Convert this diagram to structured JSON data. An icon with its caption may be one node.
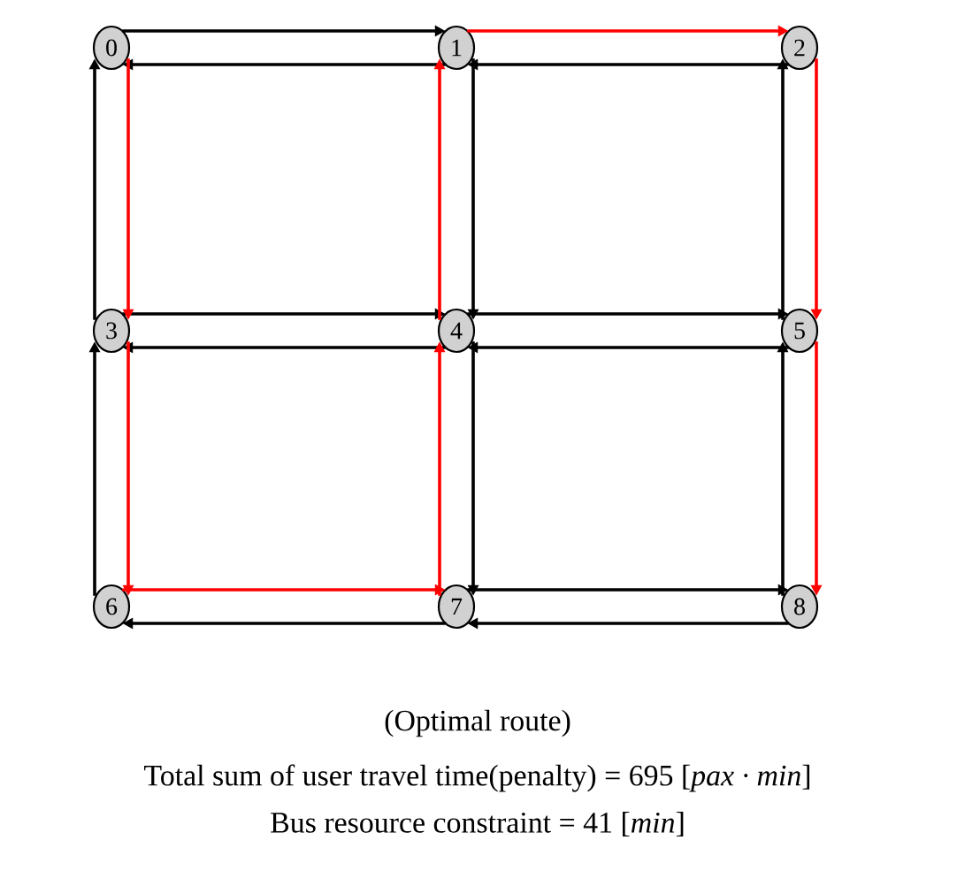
{
  "diagram": {
    "nodes": [
      {
        "text": [
          "0"
        ]
      },
      {
        "text": [
          "1"
        ]
      },
      {
        "text": [
          "2"
        ]
      },
      {
        "text": [
          "3"
        ]
      },
      {
        "text": [
          "4"
        ]
      },
      {
        "text": [
          "5"
        ]
      },
      {
        "text": [
          "6"
        ]
      },
      {
        "text": [
          "7"
        ]
      },
      {
        "text": [
          "8"
        ]
      }
    ],
    "edges": [
      {
        "from": 0,
        "to": 1,
        "arrow": "to"
      },
      {
        "from": 1,
        "to": 0,
        "arrow": "to"
      },
      {
        "from": 1,
        "to": 2,
        "arrow": "to",
        "color": "#ff0000"
      },
      {
        "from": 2,
        "to": 1,
        "arrow": "to"
      },
      {
        "from": 3,
        "to": 4,
        "arrow": "to"
      },
      {
        "from": 4,
        "to": 3,
        "arrow": "to"
      },
      {
        "from": 4,
        "to": 5,
        "arrow": "to"
      },
      {
        "from": 5,
        "to": 4,
        "arrow": "to"
      },
      {
        "from": 6,
        "to": 7,
        "arrow": "to",
        "color": "#ff0000"
      },
      {
        "from": 7,
        "to": 6,
        "arrow": "to"
      },
      {
        "from": 7,
        "to": 8,
        "arrow": "to"
      },
      {
        "from": 8,
        "to": 7,
        "arrow": "to"
      },
      {
        "from": 3,
        "to": 0,
        "arrow": "to"
      },
      {
        "from": 0,
        "to": 3,
        "arrow": "to",
        "color": "#ff0000"
      },
      {
        "from": 4,
        "to": 1,
        "arrow": "to",
        "color": "#ff0000"
      },
      {
        "from": 1,
        "to": 4,
        "arrow": "to"
      },
      {
        "from": 5,
        "to": 2,
        "arrow": "to"
      },
      {
        "from": 2,
        "to": 5,
        "arrow": "to",
        "color": "#ff0000"
      },
      {
        "from": 6,
        "to": 3,
        "arrow": "to"
      },
      {
        "from": 3,
        "to": 6,
        "arrow": "to",
        "color": "#ff0000"
      },
      {
        "from": 7,
        "to": 4,
        "arrow": "to",
        "color": "#ff0000"
      },
      {
        "from": 4,
        "to": 7,
        "arrow": "to"
      },
      {
        "from": 8,
        "to": 5,
        "arrow": "to"
      },
      {
        "from": 5,
        "to": 8,
        "arrow": "to",
        "color": "#ff0000"
      }
    ],
    "labels": [
      "(Optimal route)",
      "Total sum of user travel time(penalty) = 695 [*pax · min*]",
      "Bus resource constraint = 41 [*min*]"
    ]
  }
}
